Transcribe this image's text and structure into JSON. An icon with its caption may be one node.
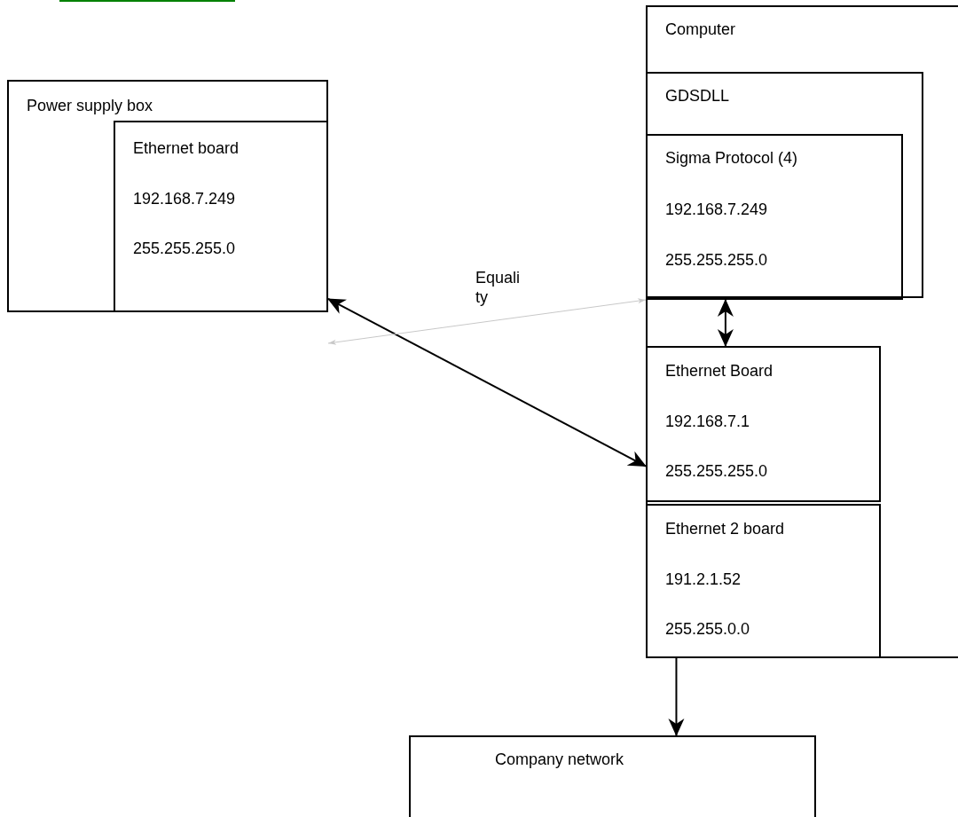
{
  "diagram": {
    "nodes": [
      {
        "text": [
          "Power supply box"
        ]
      },
      {
        "text": [
          "Ethernet board",
          "192.168.7.249",
          "255.255.255.0"
        ],
        "in": 0
      },
      {
        "text": [
          "Computer"
        ]
      },
      {
        "text": [
          "GDSDLL"
        ],
        "in": 2
      },
      {
        "text": [
          "Sigma Protocol (4)",
          "192.168.7.249",
          "255.255.255.0"
        ],
        "in": 3
      },
      {
        "text": [
          "Ethernet Board",
          "192.168.7.1",
          "255.255.255.0"
        ],
        "in": 2
      },
      {
        "text": [
          "Ethernet 2 board",
          "191.2.1.52",
          "255.255.0.0"
        ],
        "in": 2
      },
      {
        "text": [
          "Company network"
        ]
      }
    ],
    "edges": [
      {
        "from": 1,
        "to": 5,
        "arrow": "both"
      },
      {
        "from": null,
        "to": 4,
        "arrow": "both",
        "label": "Equali ty",
        "color": "#c8c8c8"
      },
      {
        "from": 4,
        "to": 5,
        "arrow": "both"
      },
      {
        "from": 6,
        "to": 7,
        "arrow": "to"
      }
    ]
  }
}
